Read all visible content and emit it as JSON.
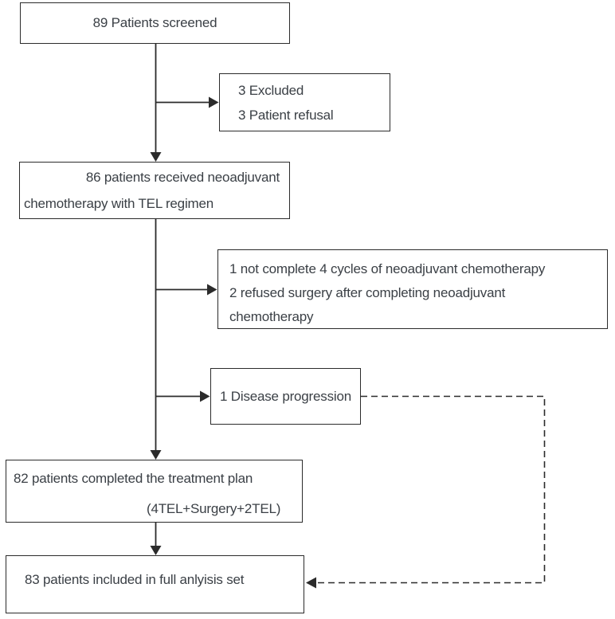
{
  "figure_type": "patient-flow-diagram",
  "colors": {
    "background": "#ffffff",
    "line": "#2b2b2b",
    "text": "#3b4046"
  },
  "boxes": {
    "screened": {
      "lines": [
        "89 Patients screened"
      ]
    },
    "excluded": {
      "lines": [
        "3 Excluded",
        "3 Patient refusal"
      ]
    },
    "neoadjuvant": {
      "lines": [
        "86 patients received neoadjuvant",
        "chemotherapy with TEL regimen"
      ]
    },
    "not_complete": {
      "lines": [
        "1 not complete 4 cycles of neoadjuvant chemotherapy",
        "2 refused surgery after completing neoadjuvant",
        "chemotherapy"
      ]
    },
    "progression": {
      "lines": [
        "1 Disease progression"
      ]
    },
    "completed": {
      "lines": [
        "82 patients completed the treatment plan",
        "(4TEL+Surgery+2TEL)"
      ]
    },
    "full_analysis": {
      "lines": [
        "83 patients included in full anlyisis set"
      ]
    }
  }
}
